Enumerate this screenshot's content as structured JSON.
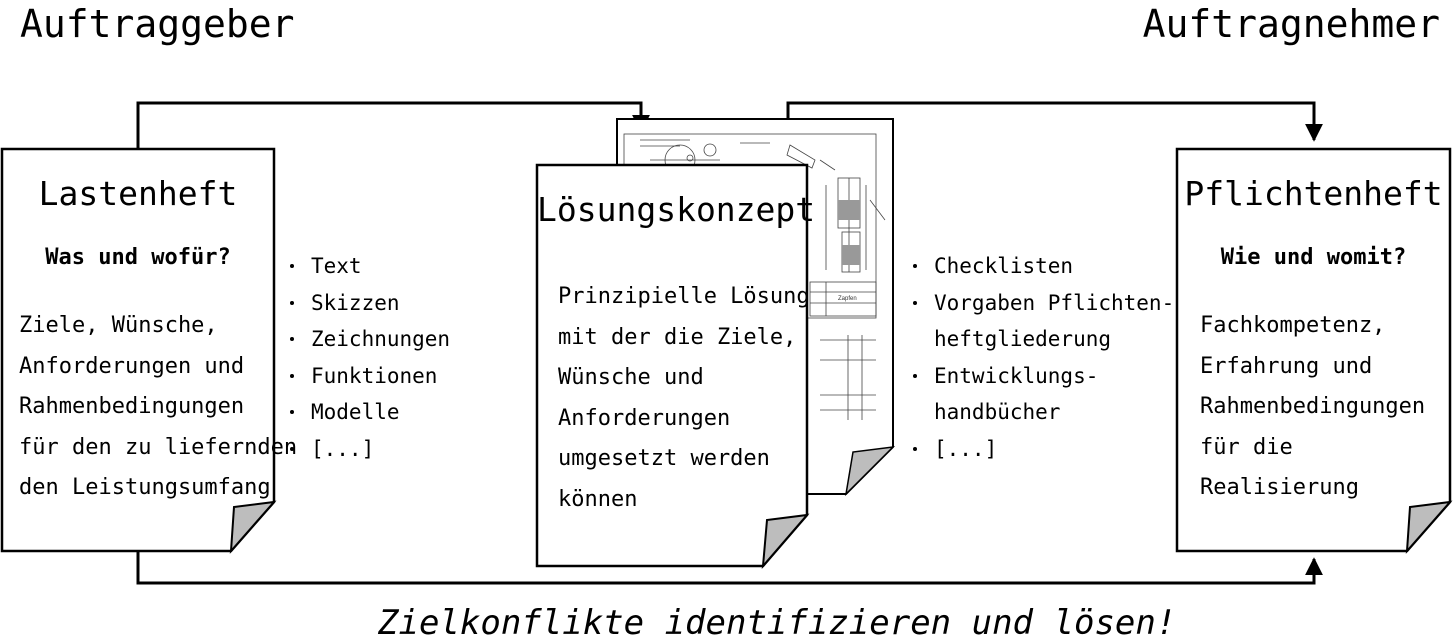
{
  "header": {
    "left_label": "Auftraggeber",
    "right_label": "Auftragnehmer"
  },
  "lastenheft": {
    "title": "Lastenheft",
    "subtitle": "Was und wofür?",
    "body_lines": [
      "Ziele, Wünsche,",
      "Anforderungen und",
      "Rahmenbedingungen",
      "für den zu liefernden",
      "den Leistungsumfang"
    ]
  },
  "lastenheft_bullets": [
    "Text",
    "Skizzen",
    "Zeichnungen",
    "Funktionen",
    "Modelle",
    "[...]"
  ],
  "loesungskonzept": {
    "title": "Lösungskonzept",
    "body_lines": [
      "Prinzipielle Lösung",
      "mit der die Ziele,",
      "Wünsche und",
      "Anforderungen",
      "umgesetzt werden",
      "können"
    ]
  },
  "pflichtenheft_bullets": [
    "Checklisten",
    "Vorgaben Pflichten-",
    "heftgliederung",
    "Entwicklungs-",
    "handbücher",
    "[...]"
  ],
  "pflichtenheft_bullet_continuations": [
    2,
    4
  ],
  "pflichtenheft": {
    "title": "Pflichtenheft",
    "subtitle": "Wie und womit?",
    "body_lines": [
      "Fachkompetenz,",
      "Erfahrung und",
      "Rahmenbedingungen",
      "für die Realisierung"
    ]
  },
  "caption": "Zielkonflikte identifizieren und lösen!",
  "drawing_sheet": {
    "title_block_text": "Zapfen",
    "icon": "technical-drawing-sheet"
  }
}
